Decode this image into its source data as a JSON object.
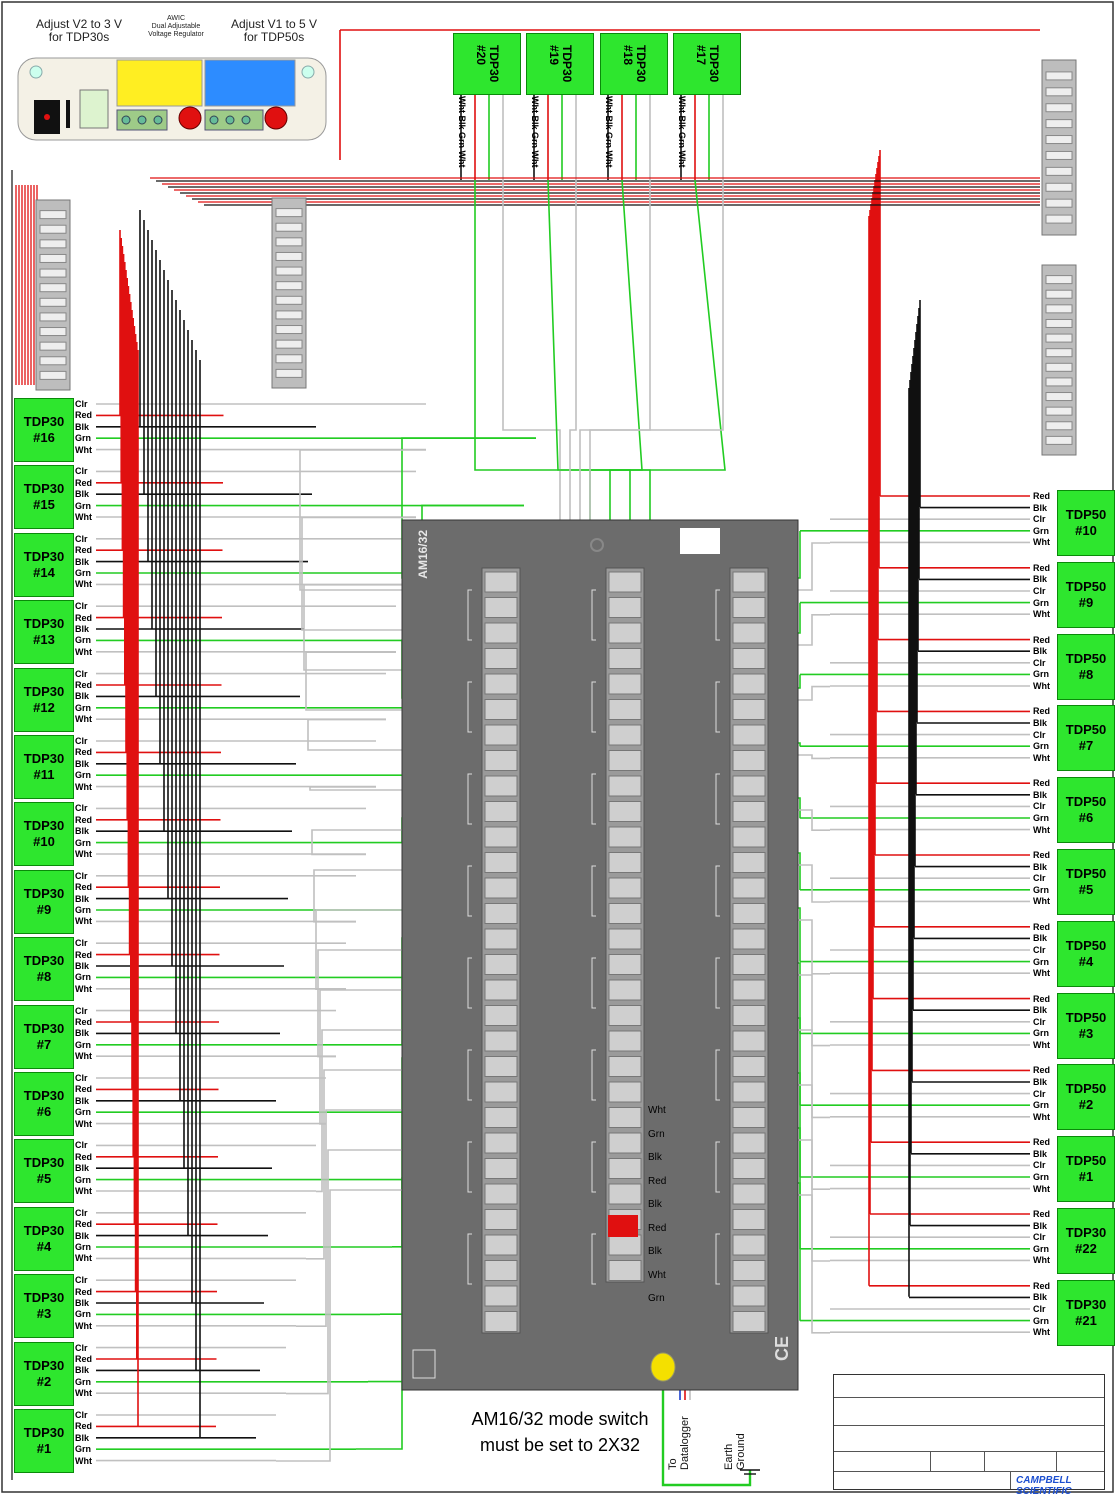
{
  "power_supply": {
    "left_label": "Adjust V2 to 3 V\nfor TDP30s",
    "center_label": "AWIC\nDual Adjustable\nVoltage Regulator",
    "right_label": "Adjust V1 to 5 V\nfor TDP50s"
  },
  "top_devices": [
    {
      "name": "TDP30\n#20",
      "wires": [
        "Wht",
        "Blk",
        "Grn",
        "Wht"
      ]
    },
    {
      "name": "TDP30\n#19",
      "wires": [
        "Wht",
        "Blk",
        "Grn",
        "Wht"
      ]
    },
    {
      "name": "TDP30\n#18",
      "wires": [
        "Wht",
        "Blk",
        "Grn",
        "Wht"
      ]
    },
    {
      "name": "TDP30\n#17",
      "wires": [
        "Wht",
        "Blk",
        "Grn",
        "Wht"
      ]
    }
  ],
  "left_devices": [
    {
      "model": "TDP30",
      "number": "#16"
    },
    {
      "model": "TDP30",
      "number": "#15"
    },
    {
      "model": "TDP30",
      "number": "#14"
    },
    {
      "model": "TDP30",
      "number": "#13"
    },
    {
      "model": "TDP30",
      "number": "#12"
    },
    {
      "model": "TDP30",
      "number": "#11"
    },
    {
      "model": "TDP30",
      "number": "#10"
    },
    {
      "model": "TDP30",
      "number": "#9"
    },
    {
      "model": "TDP30",
      "number": "#8"
    },
    {
      "model": "TDP30",
      "number": "#7"
    },
    {
      "model": "TDP30",
      "number": "#6"
    },
    {
      "model": "TDP30",
      "number": "#5"
    },
    {
      "model": "TDP30",
      "number": "#4"
    },
    {
      "model": "TDP30",
      "number": "#3"
    },
    {
      "model": "TDP30",
      "number": "#2"
    },
    {
      "model": "TDP30",
      "number": "#1"
    }
  ],
  "left_wire_labels": [
    "Clr",
    "Red",
    "Blk",
    "Grn",
    "Wht"
  ],
  "right_devices": [
    {
      "model": "TDP50",
      "number": "#10"
    },
    {
      "model": "TDP50",
      "number": "#9"
    },
    {
      "model": "TDP50",
      "number": "#8"
    },
    {
      "model": "TDP50",
      "number": "#7"
    },
    {
      "model": "TDP50",
      "number": "#6"
    },
    {
      "model": "TDP50",
      "number": "#5"
    },
    {
      "model": "TDP50",
      "number": "#4"
    },
    {
      "model": "TDP50",
      "number": "#3"
    },
    {
      "model": "TDP50",
      "number": "#2"
    },
    {
      "model": "TDP50",
      "number": "#1"
    },
    {
      "model": "TDP30",
      "number": "#22"
    },
    {
      "model": "TDP30",
      "number": "#21"
    }
  ],
  "right_wire_labels": [
    "Red",
    "Blk",
    "Clr",
    "Grn",
    "Wht"
  ],
  "module": {
    "name": "AM16/32",
    "com_labels": [
      "Wht",
      "Grn",
      "Blk",
      "Red",
      "Blk",
      "Red",
      "Blk",
      "Wht",
      "Grn"
    ]
  },
  "note": {
    "line1": "AM16/32 mode switch",
    "line2": "must be set to 2X32"
  },
  "bottom_labels": {
    "datalogger": "To\nDatalogger",
    "earth": "Earth\nGround"
  },
  "title_block": {
    "brand": "CAMPBELL SCIENTIFIC"
  },
  "colors": {
    "device_fill": "#2ee62e",
    "wire_red": "#e01010",
    "wire_black": "#111111",
    "wire_green": "#22cc22",
    "wire_white": "#c0c0c0",
    "module_fill": "#6c6c6c"
  }
}
